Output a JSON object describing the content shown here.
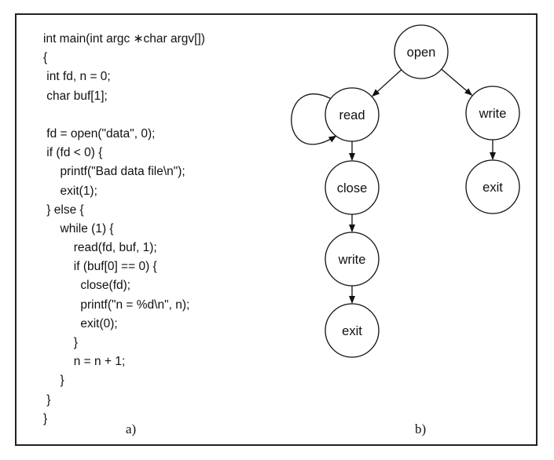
{
  "panel_a": {
    "caption": "a)",
    "code_lines": [
      "int main(int argc ∗char argv[])",
      "{",
      " int fd, n = 0;",
      " char buf[1];",
      "",
      " fd = open(\"data\", 0);",
      " if (fd < 0) {",
      "     printf(\"Bad data file\\n\");",
      "     exit(1);",
      " } else {",
      "     while (1) {",
      "         read(fd, buf, 1);",
      "         if (buf[0] == 0) {",
      "           close(fd);",
      "           printf(\"n = %d\\n\", n);",
      "           exit(0);",
      "         }",
      "         n = n + 1;",
      "     }",
      " }",
      "}"
    ]
  },
  "panel_b": {
    "caption": "b)",
    "nodes": [
      {
        "id": "open",
        "label": "open"
      },
      {
        "id": "read",
        "label": "read"
      },
      {
        "id": "close",
        "label": "close"
      },
      {
        "id": "write1",
        "label": "write"
      },
      {
        "id": "exit1",
        "label": "exit"
      },
      {
        "id": "write2",
        "label": "write"
      },
      {
        "id": "exit2",
        "label": "exit"
      }
    ],
    "edges": [
      {
        "from": "open",
        "to": "read"
      },
      {
        "from": "open",
        "to": "write2"
      },
      {
        "from": "read",
        "to": "read"
      },
      {
        "from": "read",
        "to": "close"
      },
      {
        "from": "close",
        "to": "write1"
      },
      {
        "from": "write1",
        "to": "exit1"
      },
      {
        "from": "write2",
        "to": "exit2"
      }
    ]
  },
  "colors": {
    "stroke": "#111111",
    "background": "#ffffff"
  }
}
